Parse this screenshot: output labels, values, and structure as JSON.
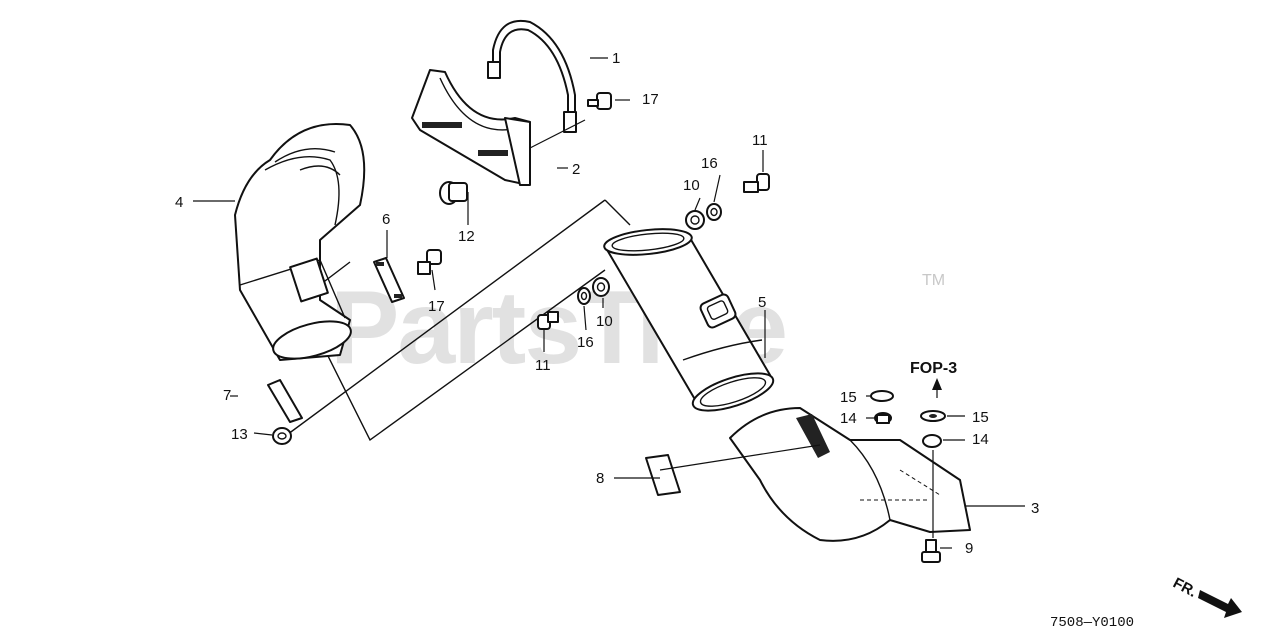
{
  "watermark": {
    "text": "PartsTree",
    "trademark": "TM"
  },
  "callouts": {
    "c1": "1",
    "c2": "2",
    "c3": "3",
    "c4": "4",
    "c5": "5",
    "c6": "6",
    "c7": "7",
    "c8": "8",
    "c9": "9",
    "c10a": "10",
    "c10b": "10",
    "c11a": "11",
    "c11b": "11",
    "c12": "12",
    "c13": "13",
    "c14a": "14",
    "c14b": "14",
    "c15a": "15",
    "c15b": "15",
    "c16a": "16",
    "c16b": "16",
    "c17a": "17",
    "c17b": "17"
  },
  "reference": {
    "fop": "FOP-3"
  },
  "diagram_code": "7508—Y0100",
  "direction_label": "FR."
}
